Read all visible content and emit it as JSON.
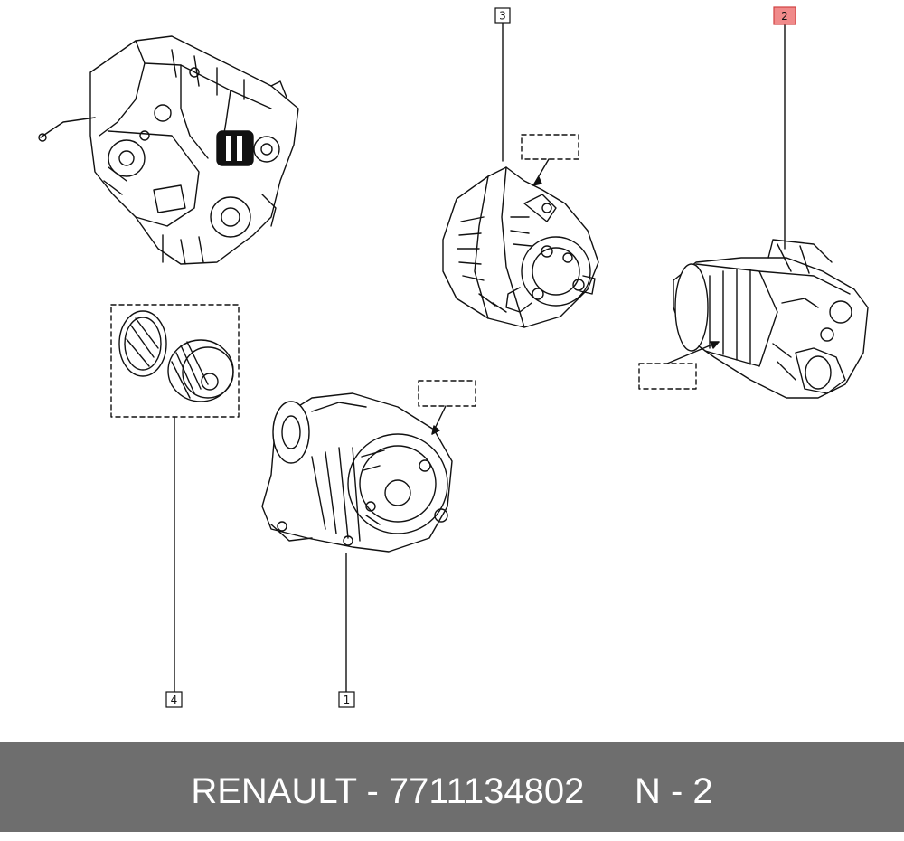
{
  "callouts": [
    {
      "id": "1",
      "highlighted": false
    },
    {
      "id": "2",
      "highlighted": true
    },
    {
      "id": "3",
      "highlighted": false
    },
    {
      "id": "4",
      "highlighted": false
    }
  ],
  "parts": {
    "engine": "engine-illustration",
    "alternator": "alternator-illustration",
    "vacuum_pump": "vacuum-pump-illustration",
    "starter": "starter-motor-illustration",
    "pulley_kit": "pulley-kit-illustration"
  },
  "footer": {
    "text": "RENAULT - 7711134802     N - 2"
  },
  "colors": {
    "footer_bg": "#6e6e6e",
    "footer_text": "#ffffff",
    "highlight_fill": "#f08a8a",
    "highlight_stroke": "#d04040",
    "line": "#111111"
  }
}
